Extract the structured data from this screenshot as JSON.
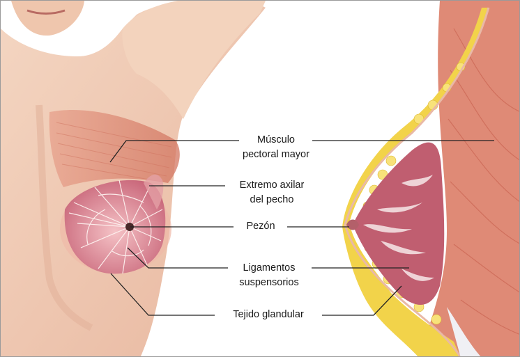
{
  "labels": {
    "pectoral": [
      "Músculo",
      "pectoral mayor"
    ],
    "axillary": [
      "Extremo axilar",
      "del pecho"
    ],
    "nipple": "Pezón",
    "ligaments": [
      "Ligamentos",
      "suspensorios"
    ],
    "glandular": "Tejido glandular"
  },
  "colors": {
    "skin": "#f1cdb6",
    "skin_shadow": "#e2ad92",
    "muscle": "#e69580",
    "muscle_dark": "#c9604c",
    "fat": "#f3d64a",
    "gland": "#c36a78",
    "leader_line": "#222222"
  }
}
